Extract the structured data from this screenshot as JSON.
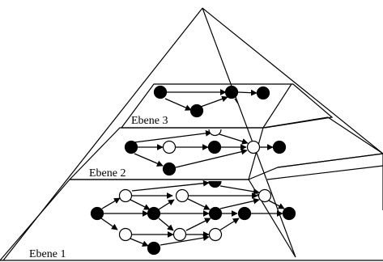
{
  "levels": [
    {
      "label": "Ebene 3"
    },
    {
      "label": "Ebene 2"
    },
    {
      "label": "Ebene 1"
    }
  ],
  "colors": {
    "line": "#000000",
    "node_filled": "#000000",
    "node_open": "#ffffff",
    "background": "#ffffff"
  }
}
